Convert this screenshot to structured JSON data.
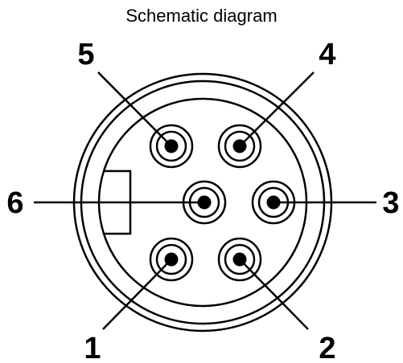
{
  "title": "Schematic diagram",
  "colors": {
    "ink": "#000000",
    "background": "#ffffff"
  },
  "pins": [
    {
      "number": "1"
    },
    {
      "number": "2"
    },
    {
      "number": "3"
    },
    {
      "number": "4"
    },
    {
      "number": "5"
    },
    {
      "number": "6"
    }
  ]
}
